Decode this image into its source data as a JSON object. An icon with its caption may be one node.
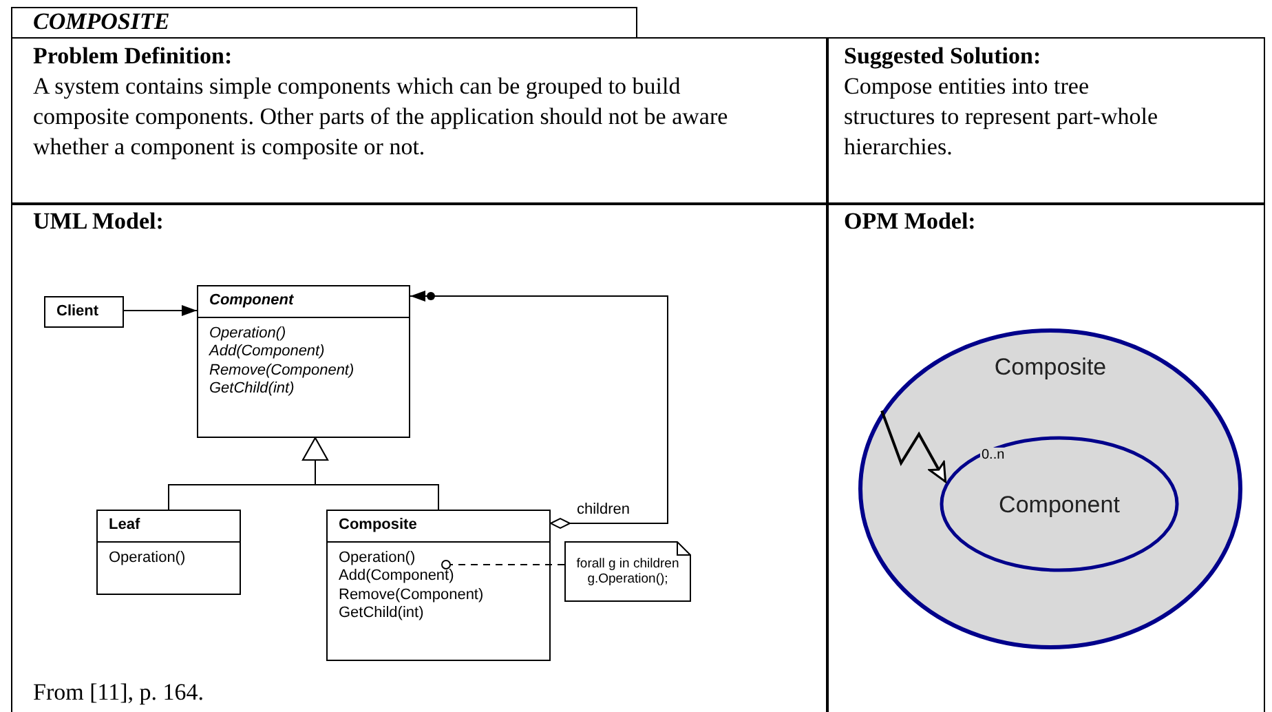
{
  "diagram": {
    "title": "COMPOSITE",
    "nodes": [
      {
        "text": [
          "Client"
        ]
      },
      {
        "text": [
          "Component",
          "Operation()",
          "Add(Component)",
          "Remove(Component)",
          "GetChild(int)"
        ]
      },
      {
        "text": [
          "Leaf",
          "Operation()"
        ]
      },
      {
        "text": [
          "Composite",
          "Operation()",
          "Add(Component)",
          "Remove(Component)",
          "GetChild(int)"
        ]
      },
      {
        "text": [
          "forall g in children g.Operation();"
        ]
      },
      {
        "text": [
          "Composite"
        ]
      },
      {
        "text": [
          "Component"
        ],
        "in": 5
      }
    ],
    "edges": [
      {
        "from": 0,
        "to": 1,
        "arrow": "to"
      },
      {
        "from": 3,
        "to": 1,
        "arrow": "to",
        "label": "children"
      },
      {
        "from": 2,
        "to": 1,
        "arrow": "to"
      },
      {
        "from": 3,
        "to": 1,
        "arrow": "to"
      },
      {
        "from": 4,
        "to": 3,
        "arrow": "other",
        "style": "dashed"
      },
      {
        "from": 5,
        "to": 6,
        "arrow": "to",
        "label": "0..n"
      }
    ],
    "labels": [
      "Problem Definition:",
      "A system contains simple components which can be grouped to build composite components. Other parts of the application should not be aware whether a component is composite or not.",
      "Suggested Solution:",
      "Compose entities into tree structures to represent part-whole hierarchies.",
      "UML Model:",
      "OPM Model:",
      "From [11], p. 164."
    ]
  }
}
